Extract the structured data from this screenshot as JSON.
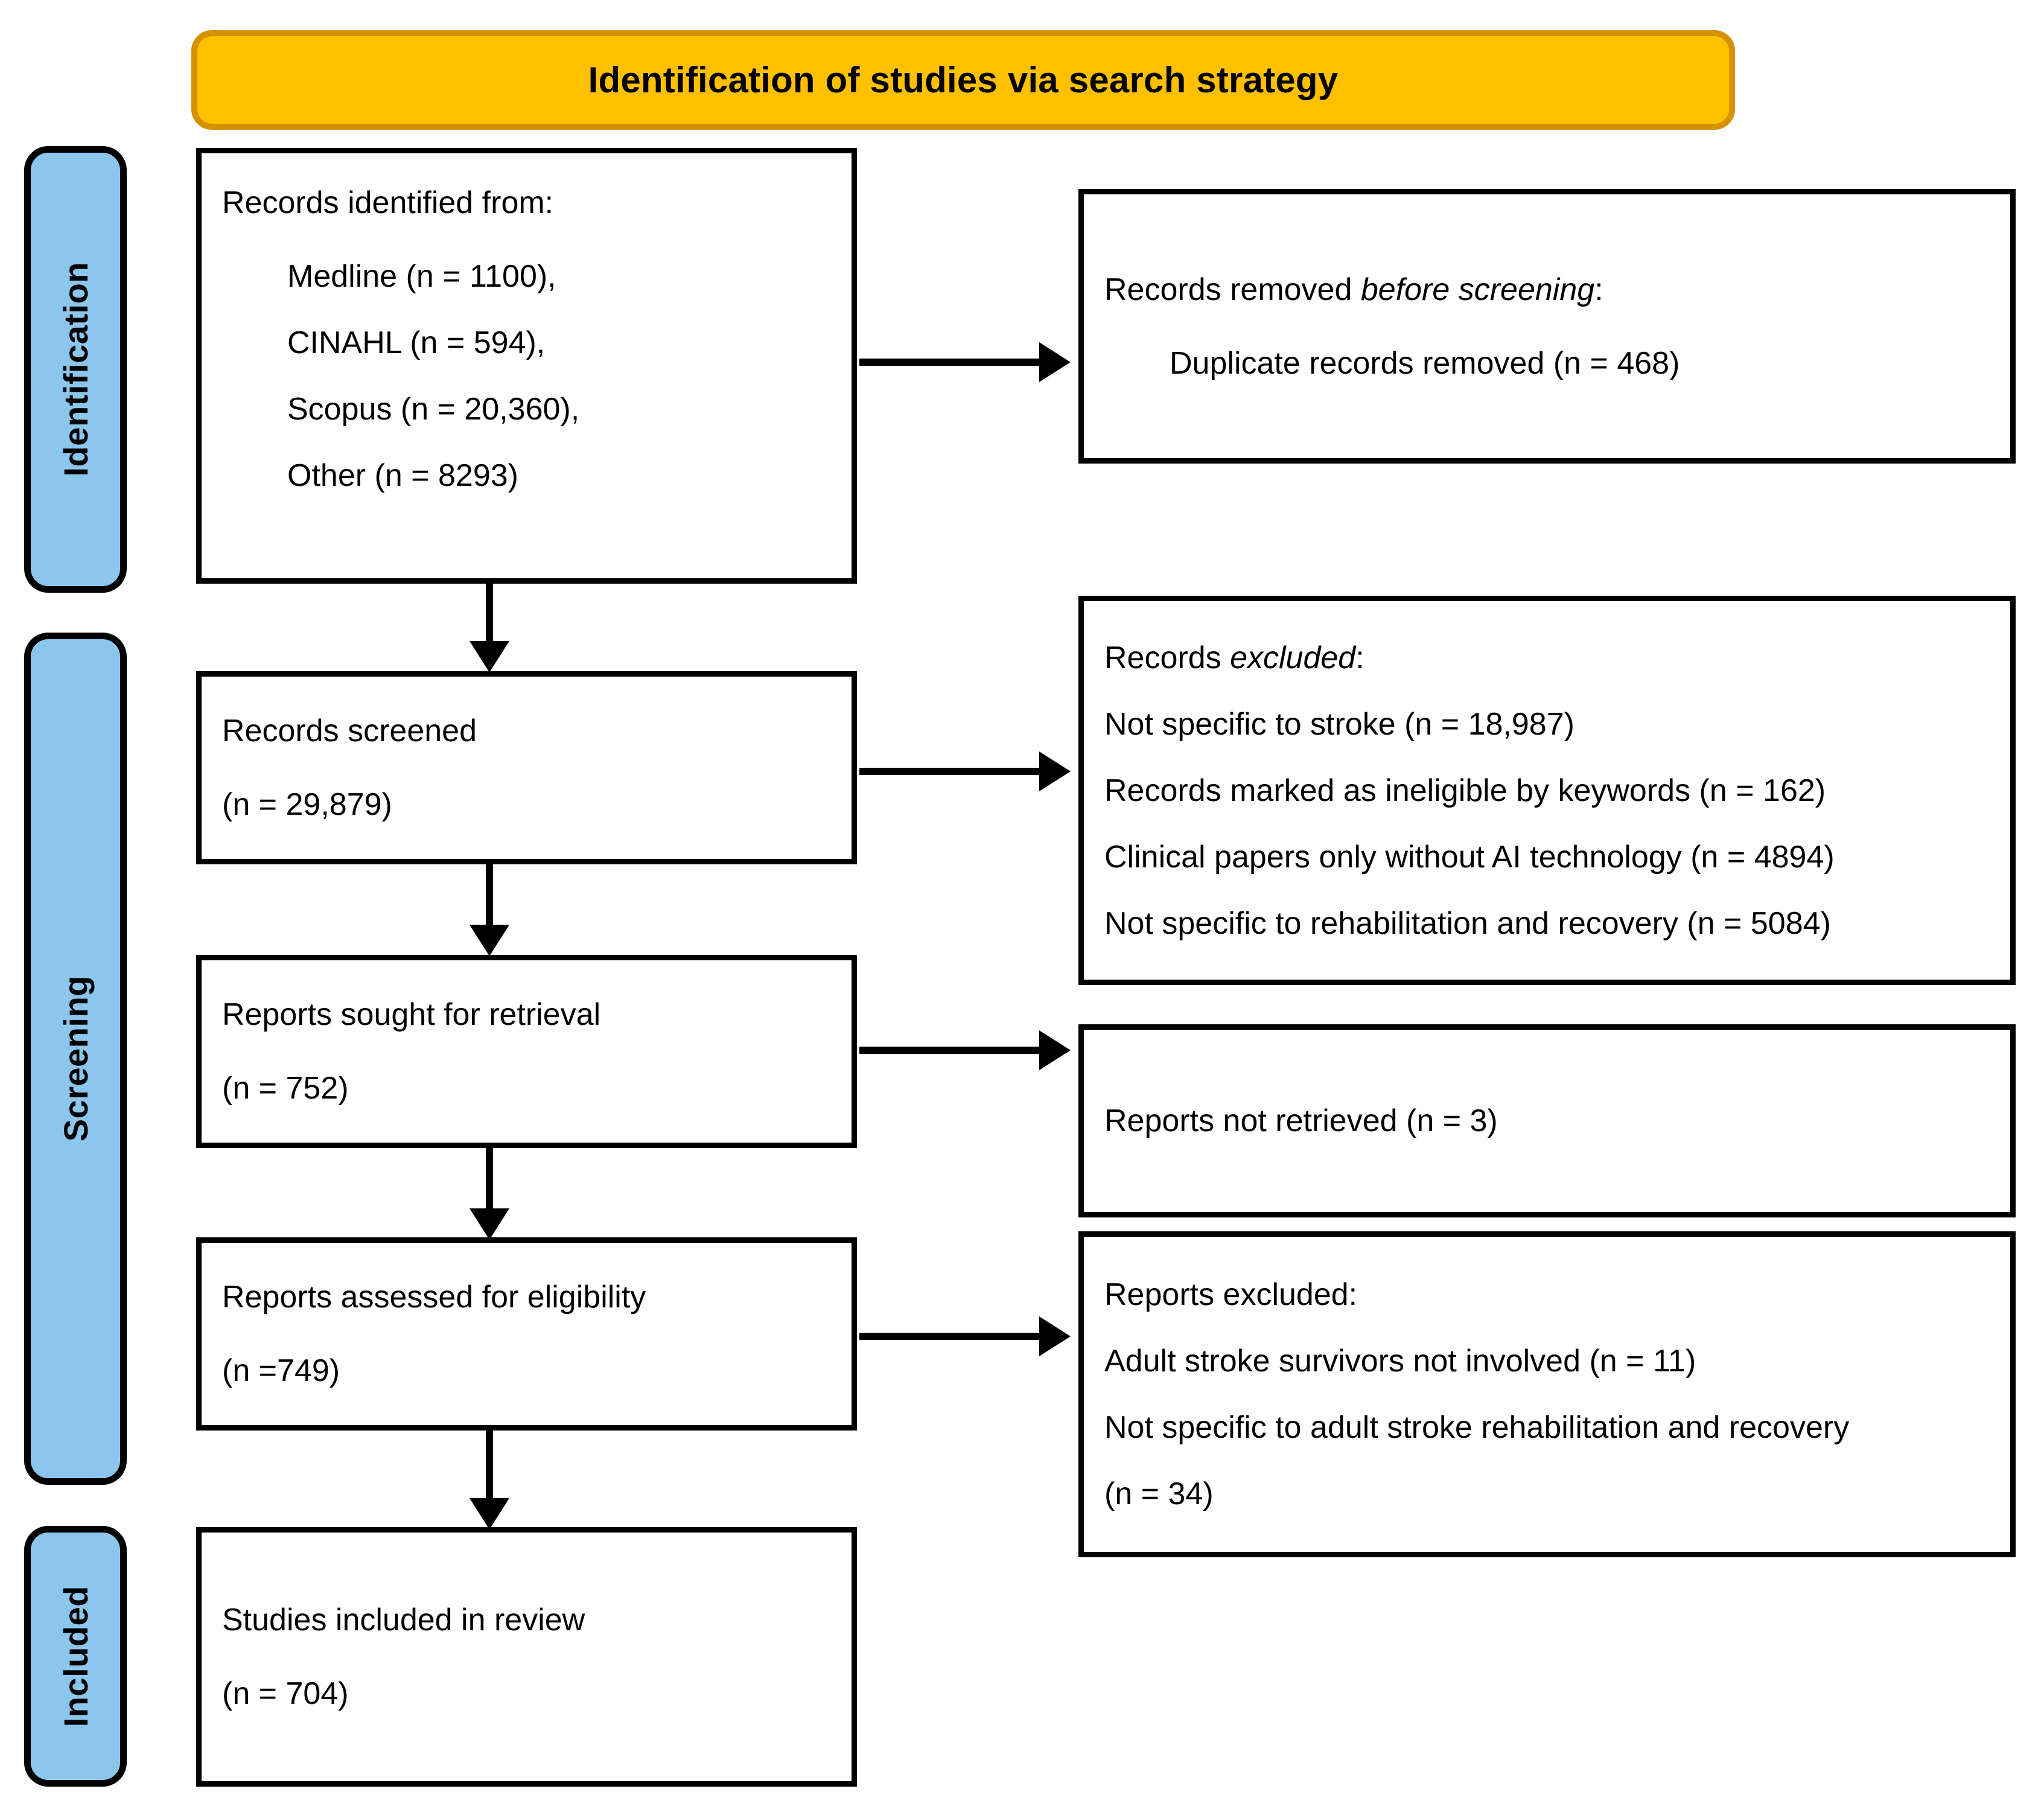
{
  "banner": {
    "title": "Identification of studies via search strategy"
  },
  "stages": [
    {
      "key": "identification",
      "label": "Identification"
    },
    {
      "key": "screening",
      "label": "Screening"
    },
    {
      "key": "included",
      "label": "Included"
    }
  ],
  "boxes": {
    "records_identified": {
      "heading": "Records identified from:",
      "sources": [
        "Medline (n = 1100),",
        "CINAHL (n = 594),",
        "Scopus (n = 20,360),",
        "Other (n = 8293)"
      ]
    },
    "records_removed": {
      "heading_plain": "Records removed ",
      "heading_italic": "before screening",
      "heading_tail": ":",
      "items": [
        "Duplicate records removed (n = 468)"
      ]
    },
    "records_screened": {
      "title": "Records screened",
      "count": "(n = 29,879)"
    },
    "records_excluded": {
      "heading_plain": "Records ",
      "heading_italic": "excluded",
      "heading_tail": ":",
      "reasons": [
        "Not specific to stroke (n = 18,987)",
        "Records marked as ineligible by keywords (n = 162)",
        "Clinical papers only without AI technology (n = 4894)",
        "Not specific to rehabilitation and recovery (n = 5084)"
      ]
    },
    "reports_sought": {
      "title": "Reports sought for retrieval",
      "count": "(n = 752)"
    },
    "reports_not_retrieved": {
      "text": "Reports not retrieved (n = 3)"
    },
    "reports_assessed": {
      "title": "Reports assessed for eligibility",
      "count": "(n =749)"
    },
    "reports_excluded": {
      "heading": "Reports excluded:",
      "reasons": [
        "Adult stroke survivors not involved (n = 11)",
        "Not specific to adult stroke rehabilitation and recovery",
        "(n = 34)"
      ]
    },
    "studies_included": {
      "title": "Studies included in review",
      "count": "(n = 704)"
    }
  },
  "colors": {
    "banner_fill": "#FFC000",
    "banner_border": "#D49100",
    "stage_fill": "#8CC6EC",
    "stroke": "#000000",
    "box_fill": "#FFFFFF"
  }
}
